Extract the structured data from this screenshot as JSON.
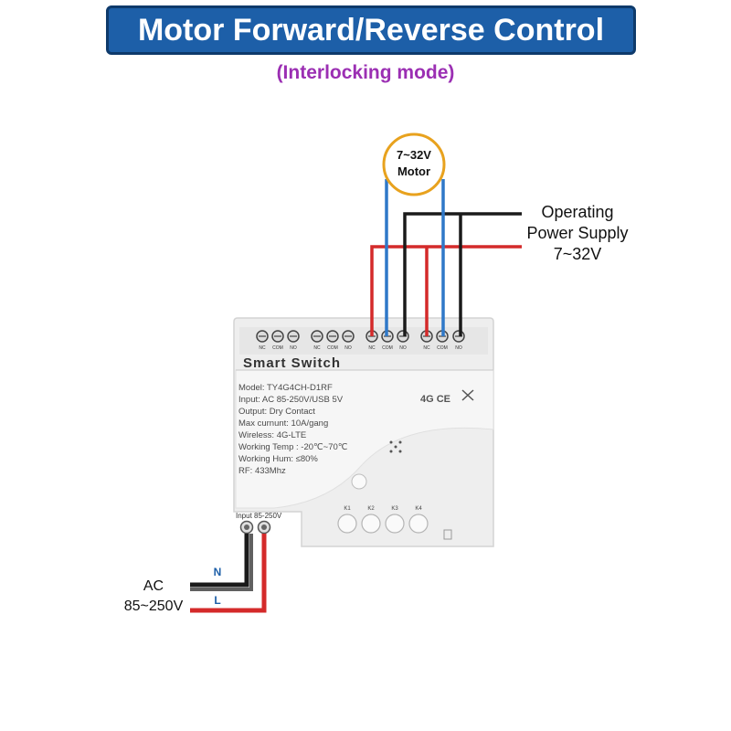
{
  "title": "Motor Forward/Reverse Control",
  "subtitle": "(Interlocking mode)",
  "motor": {
    "voltage": "7~32V",
    "label": "Motor"
  },
  "power_supply": {
    "line1": "Operating",
    "line2": "Power Supply",
    "line3": "7~32V"
  },
  "ac_input": {
    "line1": "AC",
    "line2": "85~250V",
    "neutral": "N",
    "live": "L"
  },
  "device": {
    "name": "Smart Switch",
    "specs": [
      "Model:  TY4G4CH-D1RF",
      "Input:  AC 85-250V/USB 5V",
      "Output:  Dry Contact",
      "Max curnunt:  10A/gang",
      "Wireless:  4G-LTE",
      "Working Temp :  -20℃~70℃",
      "Working Hum:  ≤80%",
      "RF:  433Mhz"
    ],
    "cert_marks": "4G CE",
    "input_label": "Input  85-250V",
    "buttons": [
      "K1",
      "K2",
      "K3",
      "K4"
    ],
    "terminal_labels": [
      "NC",
      "COM",
      "NO",
      "NC",
      "COM",
      "NO",
      "NC",
      "COM",
      "NO",
      "NC",
      "COM",
      "NO"
    ]
  },
  "colors": {
    "banner": "#1d5fa8",
    "subtitle": "#9b2fb3",
    "wire_red": "#d42a2a",
    "wire_blue": "#2f78c8",
    "wire_black": "#1a1a1a",
    "wire_gray": "#606060",
    "motor_ring": "#e8a21e"
  }
}
